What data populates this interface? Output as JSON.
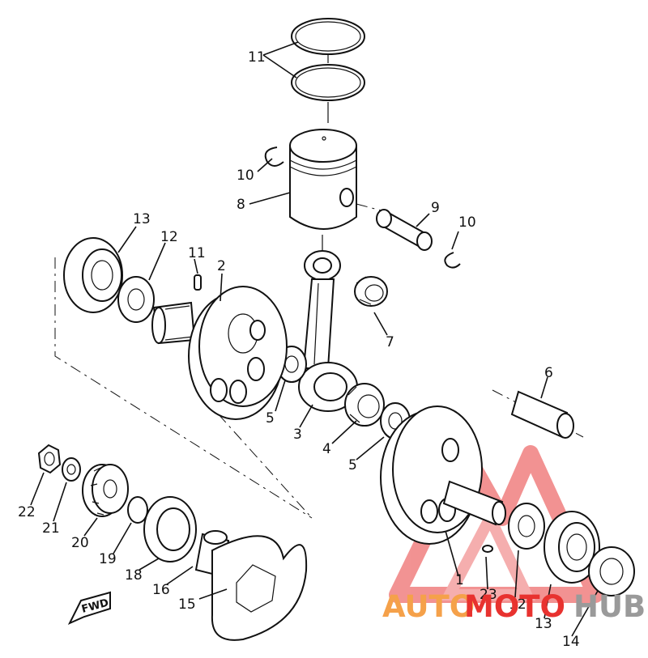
{
  "diagram": {
    "callouts": [
      {
        "id": "c11a",
        "label": "11"
      },
      {
        "id": "c10a",
        "label": "10"
      },
      {
        "id": "c8",
        "label": "8"
      },
      {
        "id": "c9",
        "label": "9"
      },
      {
        "id": "c10b",
        "label": "10"
      },
      {
        "id": "c13a",
        "label": "13"
      },
      {
        "id": "c12a",
        "label": "12"
      },
      {
        "id": "c11b",
        "label": "11"
      },
      {
        "id": "c2",
        "label": "2"
      },
      {
        "id": "c7",
        "label": "7"
      },
      {
        "id": "c6",
        "label": "6"
      },
      {
        "id": "c5a",
        "label": "5"
      },
      {
        "id": "c3",
        "label": "3"
      },
      {
        "id": "c4",
        "label": "4"
      },
      {
        "id": "c5b",
        "label": "5"
      },
      {
        "id": "c22",
        "label": "22"
      },
      {
        "id": "c21",
        "label": "21"
      },
      {
        "id": "c20",
        "label": "20"
      },
      {
        "id": "c19",
        "label": "19"
      },
      {
        "id": "c18",
        "label": "18"
      },
      {
        "id": "c16",
        "label": "16"
      },
      {
        "id": "c15",
        "label": "15"
      },
      {
        "id": "c1",
        "label": "1"
      },
      {
        "id": "c23",
        "label": "23"
      },
      {
        "id": "c12b",
        "label": "12"
      },
      {
        "id": "c13b",
        "label": "13"
      },
      {
        "id": "c14",
        "label": "14"
      }
    ],
    "fwd_label": "FWD"
  },
  "watermark": {
    "part1": "AUTO",
    "part2": "MOTO",
    "part3": "HUB",
    "colors": {
      "orange": "#f5a14a",
      "red": "#e8322f",
      "gray": "#9a9a9a"
    }
  }
}
